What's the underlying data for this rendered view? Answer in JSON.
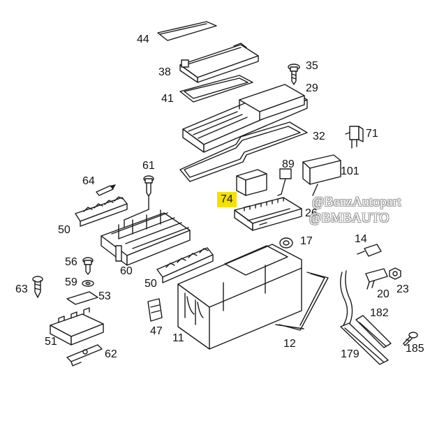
{
  "callouts": [
    "44",
    "38",
    "35",
    "41",
    "29",
    "32",
    "71",
    "61",
    "89",
    "101",
    "64",
    "74",
    "26",
    "50",
    "17",
    "14",
    "56",
    "60",
    "50",
    "59",
    "53",
    "20",
    "23",
    "63",
    "182",
    "47",
    "11",
    "51",
    "12",
    "62",
    "179",
    "185"
  ],
  "watermark": {
    "line1": "@BenzAutopart",
    "line2": "@BMBAUTO"
  },
  "highlight": {
    "part": "74",
    "color": "#f5e100"
  }
}
